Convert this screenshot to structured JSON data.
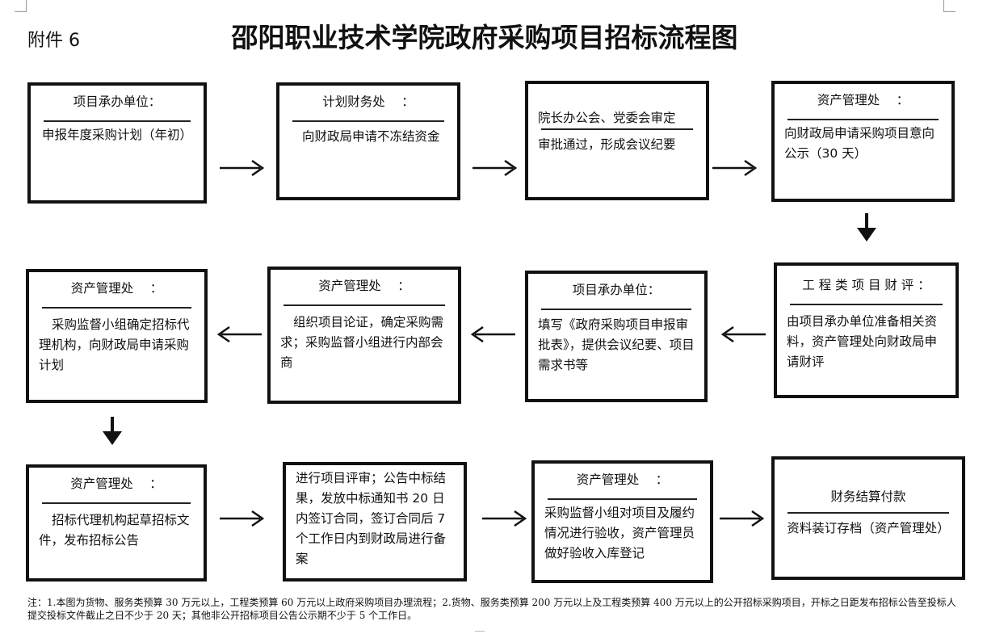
{
  "header": {
    "attachment": "附件 6",
    "title": "邵阳职业技术学院政府采购项目招标流程图"
  },
  "boxes": [
    {
      "head": "项目承办单位：",
      "sep": true,
      "body": "申报年度采购计划（年初）"
    },
    {
      "head": "计划财务处　 ：",
      "sep": true,
      "body": "向财政局申请不冻结资金"
    },
    {
      "head": "院长办公会、党委会审定",
      "sep": true,
      "body": "审批通过，形成会议纪要"
    },
    {
      "head": "资产管理处　 ：",
      "sep": true,
      "body": "向财政局申请采购项目意向公示（30 天）"
    },
    {
      "head": "工 程 类 项 目 财 评 ：",
      "sep": true,
      "body": "由项目承办单位准备相关资料，资产管理处向财政局申请财评"
    },
    {
      "head": "项目承办单位：",
      "sep": true,
      "body": "填写《政府采购项目申报审批表》，提供会议纪要、项目需求书等"
    },
    {
      "head": "资产管理处　 ：",
      "sep": true,
      "body": "组织项目论证，确定采购需求；采购监督小组进行内部会商"
    },
    {
      "head": "资产管理处　 ：",
      "sep": true,
      "body": "采购监督小组确定招标代理机构，向财政局申请采购计划"
    },
    {
      "head": "资产管理处　 ：",
      "sep": true,
      "body": "招标代理机构起草招标文件，发布招标公告"
    },
    {
      "head": "",
      "sep": false,
      "body": "进行项目评审；公告中标结果，发放中标通知书 20 日内签订合同，签订合同后 7 个工作日内到财政局进行备案"
    },
    {
      "head": "资产管理处　 ：",
      "sep": true,
      "body": "采购监督小组对项目及履约情况进行验收，资产管理员做好验收入库登记"
    },
    {
      "head": "财务结算付款",
      "sep": true,
      "body": "资料装订存档（资产管理处）"
    }
  ],
  "note": "注：1.本图为货物、服务类预算 30 万元以上，工程类预算 60 万元以上政府采购项目办理流程；2.货物、服务类预算 200 万元以上及工程类预算 400 万元以上的公开招标采购项目，开标之日距发布招标公告至投标人提交投标文件截止之日不少于 20 天；其他非公开招标项目公告公示期不少于 5 个工作日。"
}
